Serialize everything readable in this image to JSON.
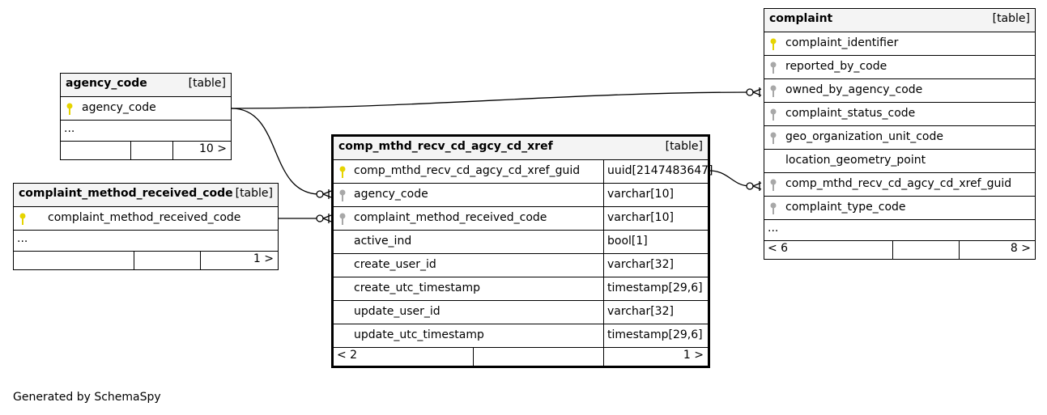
{
  "tables": {
    "agency_code": {
      "name": "agency_code",
      "type_label": "[table]",
      "columns": [
        "agency_code"
      ],
      "more": "...",
      "footer": {
        "left": "",
        "right": "10 >"
      }
    },
    "complaint_method_received_code": {
      "name": "complaint_method_received_code",
      "type_label": "[table]",
      "columns": [
        "complaint_method_received_code"
      ],
      "more": "...",
      "footer": {
        "left": "",
        "right": "1 >"
      }
    },
    "xref": {
      "name": "comp_mthd_recv_cd_agcy_cd_xref",
      "type_label": "[table]",
      "columns": [
        {
          "name": "comp_mthd_recv_cd_agcy_cd_xref_guid",
          "type": "uuid[2147483647]"
        },
        {
          "name": "agency_code",
          "type": "varchar[10]"
        },
        {
          "name": "complaint_method_received_code",
          "type": "varchar[10]"
        },
        {
          "name": "active_ind",
          "type": "bool[1]"
        },
        {
          "name": "create_user_id",
          "type": "varchar[32]"
        },
        {
          "name": "create_utc_timestamp",
          "type": "timestamp[29,6]"
        },
        {
          "name": "update_user_id",
          "type": "varchar[32]"
        },
        {
          "name": "update_utc_timestamp",
          "type": "timestamp[29,6]"
        }
      ],
      "footer": {
        "left": "< 2",
        "right": "1 >"
      }
    },
    "complaint": {
      "name": "complaint",
      "type_label": "[table]",
      "columns": [
        "complaint_identifier",
        "reported_by_code",
        "owned_by_agency_code",
        "complaint_status_code",
        "geo_organization_unit_code",
        "location_geometry_point",
        "comp_mthd_recv_cd_agcy_cd_xref_guid",
        "complaint_type_code"
      ],
      "more": "...",
      "footer": {
        "left": "< 6",
        "right": "8 >"
      }
    }
  },
  "footer_text": "Generated by SchemaSpy",
  "colors": {
    "primary_key": "#e6d400",
    "foreign_key": "#a8a8a8",
    "header_bg": "#f4f4f4"
  }
}
